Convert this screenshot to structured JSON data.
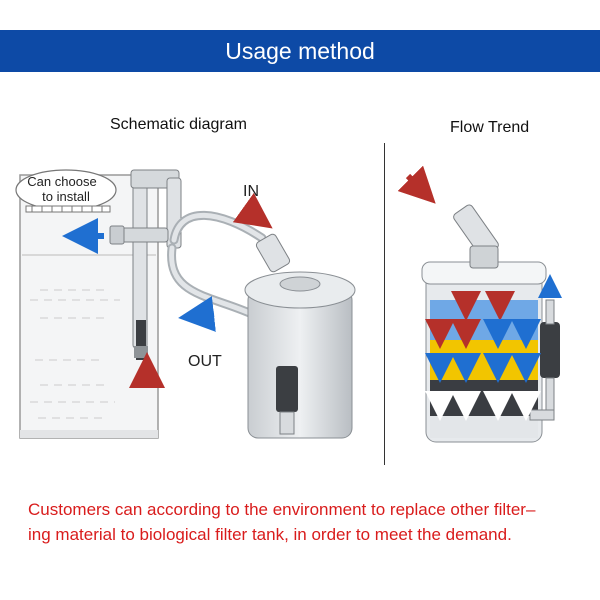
{
  "header": {
    "title": "Usage method"
  },
  "schematic": {
    "title": "Schematic diagram",
    "callout": [
      "Can choose",
      "to install"
    ],
    "in_label": "IN",
    "out_label": "OUT"
  },
  "flow": {
    "title": "Flow Trend"
  },
  "note": {
    "line1": "Customers can according to the environment to replace other filter–",
    "line2": "ing material to biological filter tank, in order to meet the demand."
  },
  "colors": {
    "banner": "#0d4aa6",
    "arrow_in": "#b5302a",
    "arrow_flow": "#1f6fd1",
    "note_text": "#d91c1c",
    "media_top": "#6fa8e6",
    "media_middle": "#f2c500",
    "media_bottom": "#3a3d42"
  }
}
